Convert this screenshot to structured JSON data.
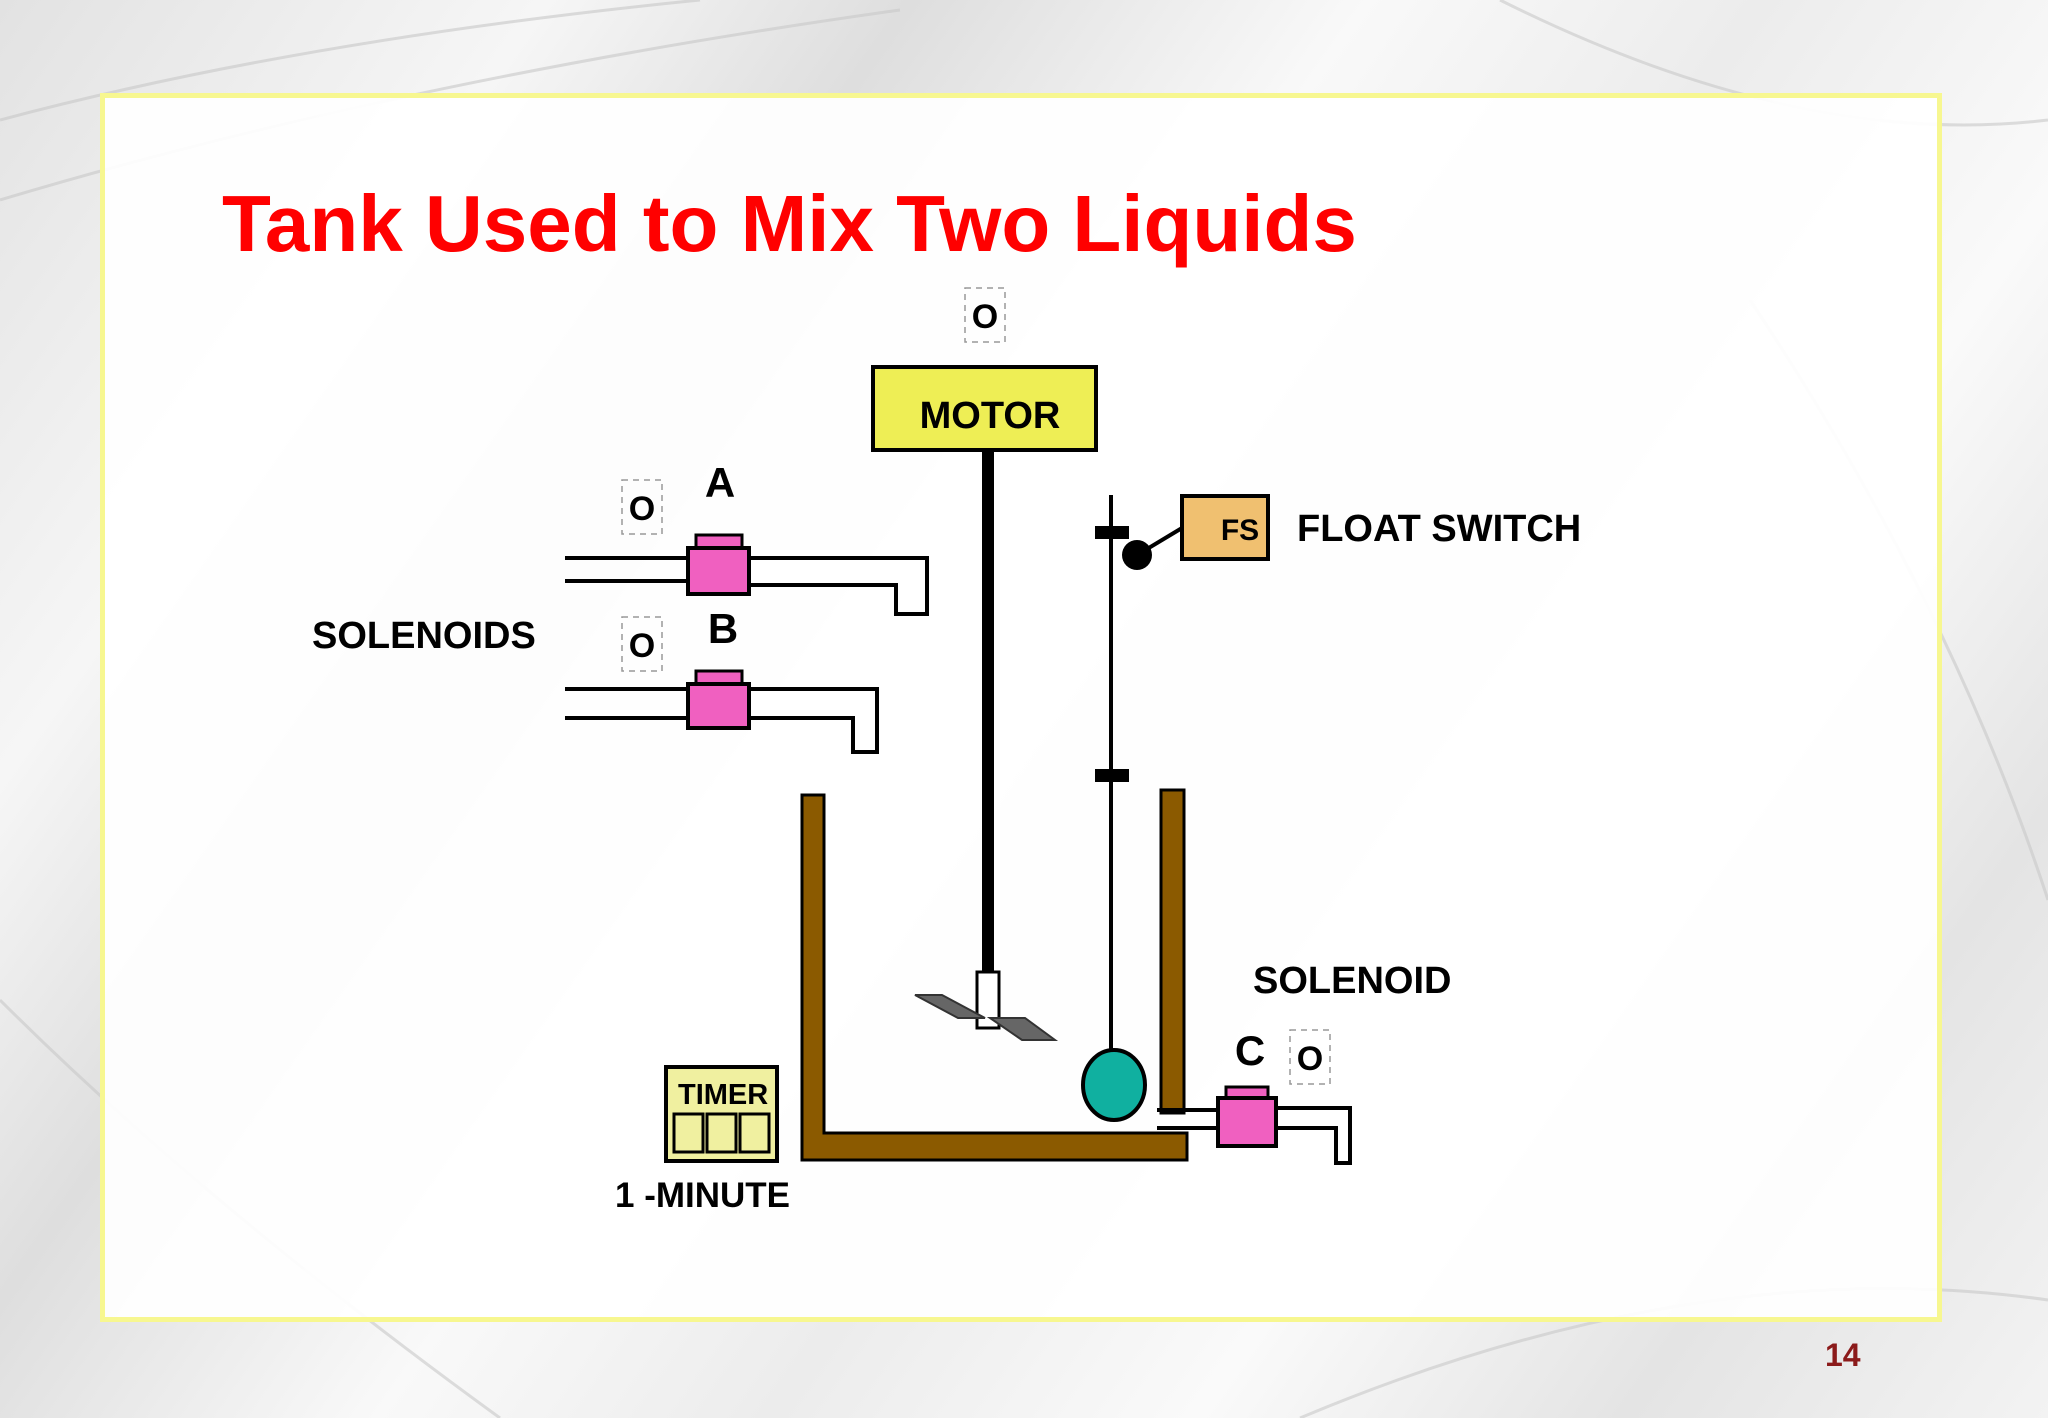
{
  "slide": {
    "title": "Tank Used to Mix Two Liquids",
    "page_number": "14"
  },
  "diagram": {
    "motor_label": "MOTOR",
    "float_switch_box": "FS",
    "float_switch_label": "FLOAT SWITCH",
    "solenoids_label": "SOLENOIDS",
    "solenoid_label": "SOLENOID",
    "solenoid_a": "A",
    "solenoid_b": "B",
    "solenoid_c": "C",
    "timer_label": "TIMER",
    "timer_setting": "1 -MINUTE",
    "indicator_glyph": "O"
  },
  "colors": {
    "title": "#ff0000",
    "frame": "#f7f790",
    "motor_fill": "#eeee55",
    "valve_fill": "#f060c0",
    "tank_wall": "#8b5a00",
    "float_fill": "#10b0a0",
    "fs_fill": "#f0c070",
    "timer_fill": "#f0f0a0",
    "page_number": "#8b1a1a"
  }
}
